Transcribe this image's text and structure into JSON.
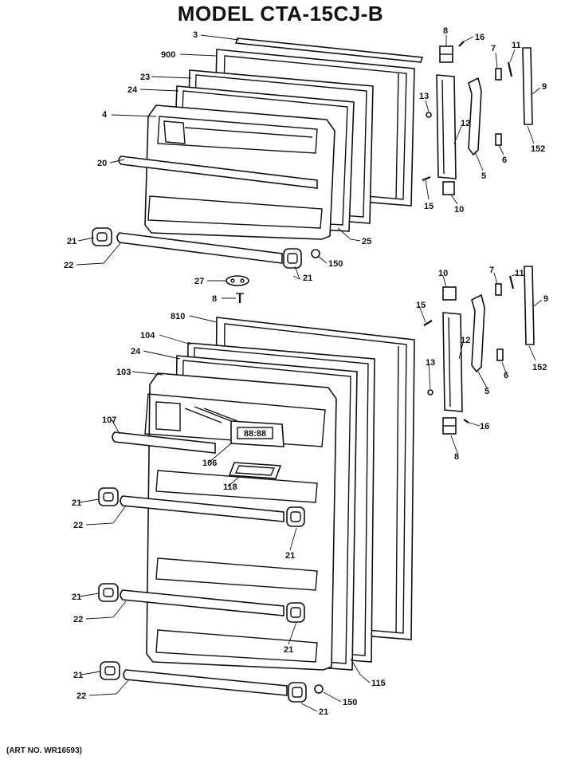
{
  "title": "MODEL CTA-15CJ-B",
  "art_no": "(ART NO. WR16593)",
  "display_text": "88:88",
  "callouts": [
    {
      "id": "c3",
      "label": "3"
    },
    {
      "id": "c900",
      "label": "900"
    },
    {
      "id": "c23",
      "label": "23"
    },
    {
      "id": "c24a",
      "label": "24"
    },
    {
      "id": "c4",
      "label": "4"
    },
    {
      "id": "c20",
      "label": "20"
    },
    {
      "id": "c21a",
      "label": "21"
    },
    {
      "id": "c22a",
      "label": "22"
    },
    {
      "id": "c21b",
      "label": "21"
    },
    {
      "id": "c150a",
      "label": "150"
    },
    {
      "id": "c25",
      "label": "25"
    },
    {
      "id": "c27",
      "label": "27"
    },
    {
      "id": "c8a",
      "label": "8"
    },
    {
      "id": "c8b",
      "label": "8"
    },
    {
      "id": "c16a",
      "label": "16"
    },
    {
      "id": "c13a",
      "label": "13"
    },
    {
      "id": "c12a",
      "label": "12"
    },
    {
      "id": "c15a",
      "label": "15"
    },
    {
      "id": "c10a",
      "label": "10"
    },
    {
      "id": "c7a",
      "label": "7"
    },
    {
      "id": "c11a",
      "label": "11"
    },
    {
      "id": "c9a",
      "label": "9"
    },
    {
      "id": "c5a",
      "label": "5"
    },
    {
      "id": "c6a",
      "label": "6"
    },
    {
      "id": "c152a",
      "label": "152"
    },
    {
      "id": "c810",
      "label": "810"
    },
    {
      "id": "c104",
      "label": "104"
    },
    {
      "id": "c24b",
      "label": "24"
    },
    {
      "id": "c103",
      "label": "103"
    },
    {
      "id": "c107",
      "label": "107"
    },
    {
      "id": "c106",
      "label": "106"
    },
    {
      "id": "c118",
      "label": "118"
    },
    {
      "id": "c21c",
      "label": "21"
    },
    {
      "id": "c22b",
      "label": "22"
    },
    {
      "id": "c21d",
      "label": "21"
    },
    {
      "id": "c21e",
      "label": "21"
    },
    {
      "id": "c22c",
      "label": "22"
    },
    {
      "id": "c21f",
      "label": "21"
    },
    {
      "id": "c21g",
      "label": "21"
    },
    {
      "id": "c22d",
      "label": "22"
    },
    {
      "id": "c21h",
      "label": "21"
    },
    {
      "id": "c150b",
      "label": "150"
    },
    {
      "id": "c115",
      "label": "115"
    },
    {
      "id": "c10b",
      "label": "10"
    },
    {
      "id": "c15b",
      "label": "15"
    },
    {
      "id": "c12b",
      "label": "12"
    },
    {
      "id": "c13b",
      "label": "13"
    },
    {
      "id": "c16b",
      "label": "16"
    },
    {
      "id": "c8c",
      "label": "8"
    },
    {
      "id": "c7b",
      "label": "7"
    },
    {
      "id": "c11b",
      "label": "11"
    },
    {
      "id": "c9b",
      "label": "9"
    },
    {
      "id": "c5b",
      "label": "5"
    },
    {
      "id": "c6b",
      "label": "6"
    },
    {
      "id": "c152b",
      "label": "152"
    }
  ]
}
